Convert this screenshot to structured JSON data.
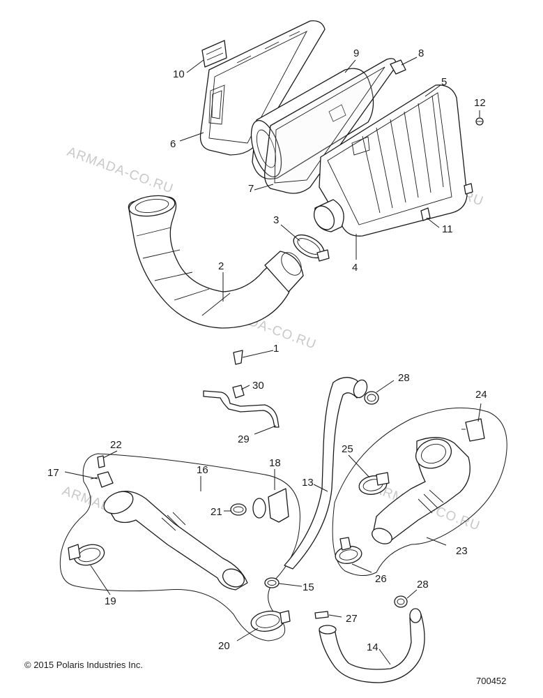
{
  "callouts": {
    "c1": "1",
    "c2": "2",
    "c3": "3",
    "c4": "4",
    "c5": "5",
    "c6": "6",
    "c7": "7",
    "c8": "8",
    "c9": "9",
    "c10": "10",
    "c11": "11",
    "c12": "12",
    "c13": "13",
    "c14": "14",
    "c15": "15",
    "c16": "16",
    "c17": "17",
    "c18": "18",
    "c19": "19",
    "c20": "20",
    "c21": "21",
    "c22": "22",
    "c23": "23",
    "c24": "24",
    "c25": "25",
    "c26": "26",
    "c27": "27",
    "c28a": "28",
    "c28b": "28",
    "c29": "29",
    "c30": "30"
  },
  "watermark": "ARMADA-CO.RU",
  "footer": {
    "copyright": "© 2015 Polaris Industries Inc.",
    "diagram_id": "700452"
  },
  "colors": {
    "line": "#1a1a1a",
    "watermark": "#c9c9c9"
  }
}
